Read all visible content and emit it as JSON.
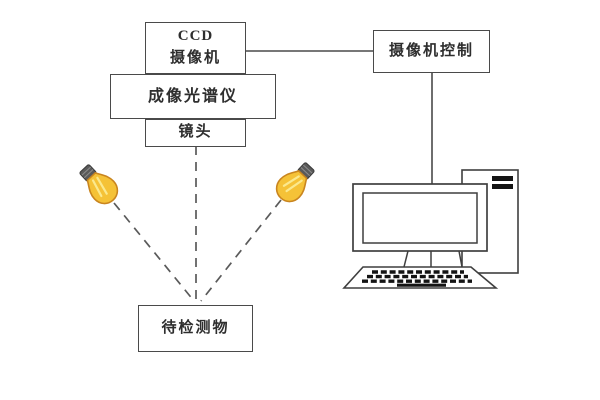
{
  "diagram": {
    "boxes": {
      "ccd": {
        "line1": "CCD",
        "line2": "摄像机"
      },
      "spectrometer": {
        "label": "成像光谱仪"
      },
      "lens": {
        "label": "镜头"
      },
      "camera_control": {
        "label": "摄像机控制"
      },
      "target": {
        "label": "待检测物"
      }
    },
    "icons": {
      "left_bulb": "light-bulb-icon",
      "right_bulb": "light-bulb-icon",
      "computer": "desktop-computer-icon"
    },
    "colors": {
      "line": "#4a4a4a",
      "dashed_line": "#5a5a5a",
      "bulb_fill": "#f5c237",
      "bulb_highlight": "#fbe98e",
      "bulb_outline": "#c9851f",
      "bulb_cap": "#5a5a5a",
      "computer_stroke": "#3f3f3f",
      "key_fill": "#141414",
      "background": "#ffffff"
    }
  }
}
